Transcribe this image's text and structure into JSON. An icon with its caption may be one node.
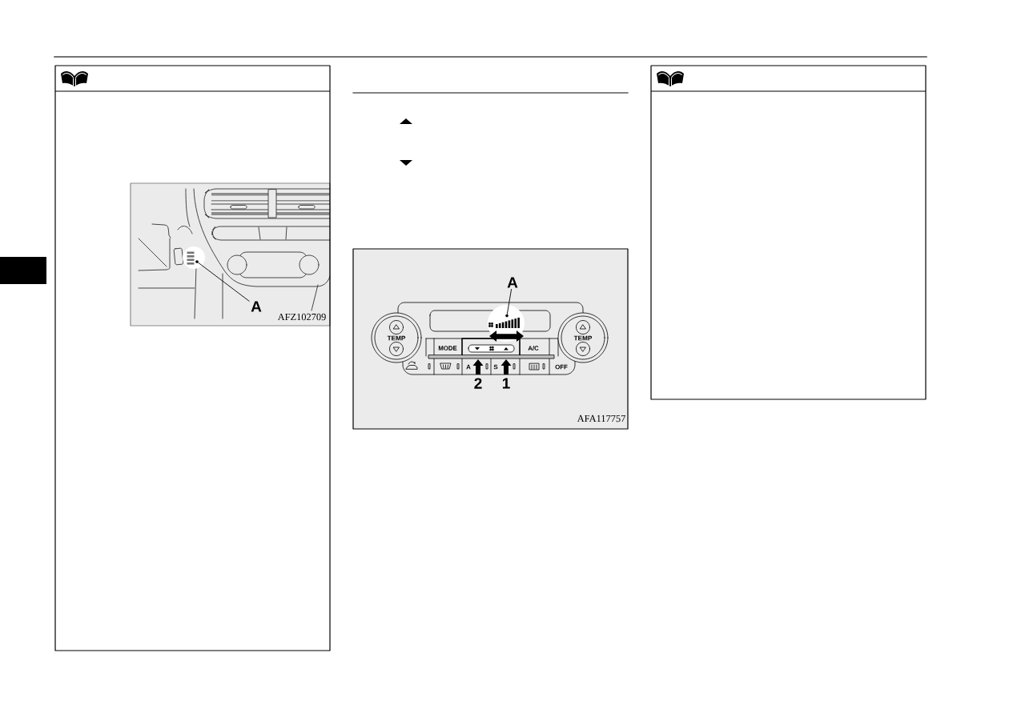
{
  "diagram": {
    "nodes": [
      {
        "text": [
          "A"
        ]
      },
      {
        "text": [],
        "shape": "circle"
      },
      {
        "text": [
          "A"
        ]
      },
      {
        "text": [],
        "shape": "circle"
      }
    ],
    "edges": [
      {
        "from": 0,
        "to": 1,
        "arrow": "none"
      },
      {
        "from": 2,
        "to": 3,
        "arrow": "none"
      }
    ],
    "labels": [
      "AFZ102709",
      "TEMP",
      "TEMP",
      "MODE",
      "A/C",
      "A",
      "S",
      "OFF",
      "2",
      "1",
      "AFA117757"
    ]
  }
}
